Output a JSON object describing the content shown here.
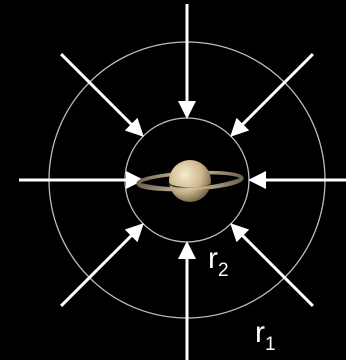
{
  "colors": {
    "background": "#000000",
    "circle_stroke": "#bdbdbd",
    "arrow": "#ffffff",
    "label": "#ffffff",
    "planet_light": "#f2e3bf",
    "planet_dark": "#7a6a4c",
    "ring": "#b49b6e"
  },
  "icon": "saturn-icon",
  "labels": {
    "r2": {
      "main": "r",
      "sub": "2"
    },
    "r1": {
      "main": "r",
      "sub": "1"
    }
  }
}
